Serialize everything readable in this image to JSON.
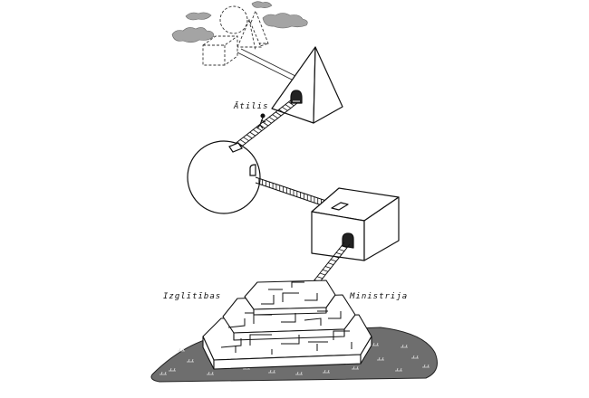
{
  "illustration": {
    "labels": {
      "bridge": "Ātilis",
      "left_word": "Izglītības",
      "right_word": "Ministrija"
    },
    "colors": {
      "ink": "#1a1a1a",
      "ground": "#707070",
      "cloud": "#9a9a9a",
      "paper": "#ffffff"
    }
  }
}
